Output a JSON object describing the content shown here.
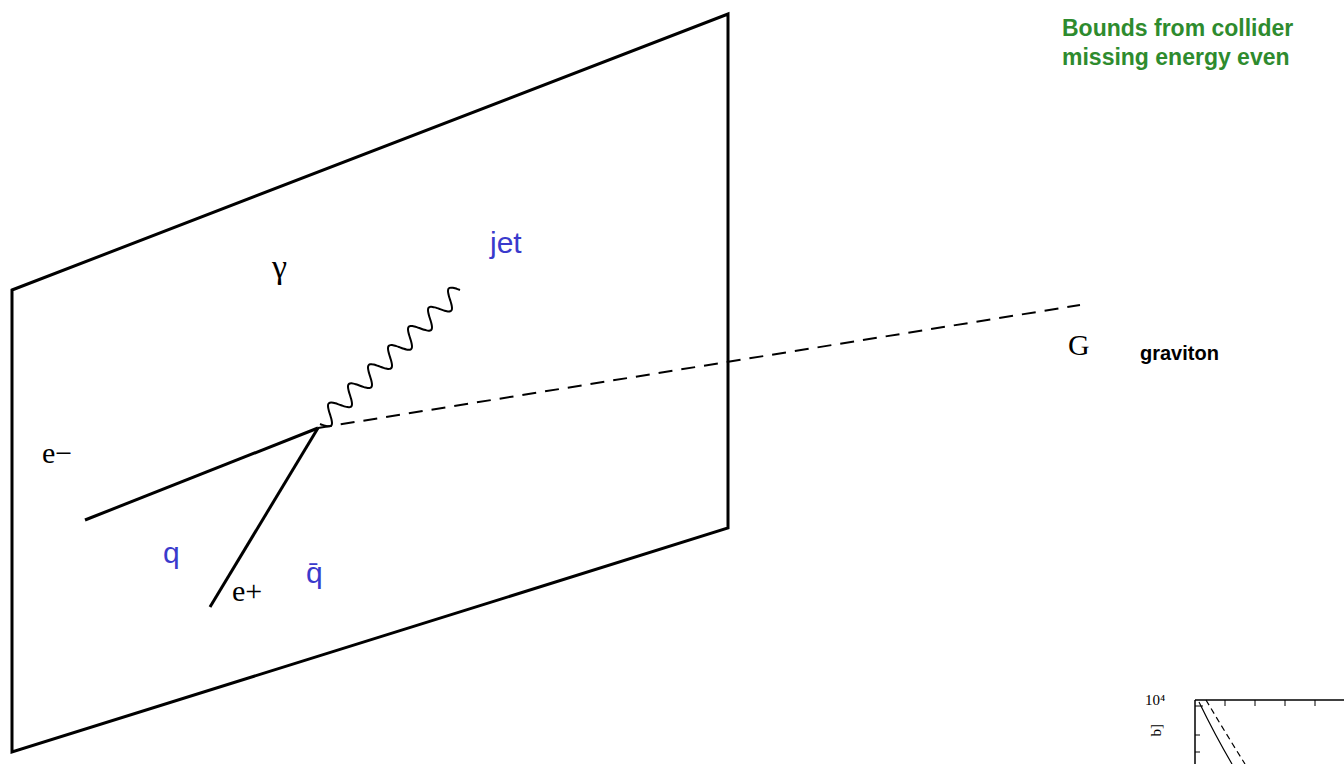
{
  "diagram": {
    "title": "Bounds from collider missing energy even",
    "labels": [
      "γ",
      "jet",
      "G",
      "graviton",
      "e−",
      "q",
      "e+",
      "q̄",
      "10⁴",
      "b]"
    ]
  }
}
